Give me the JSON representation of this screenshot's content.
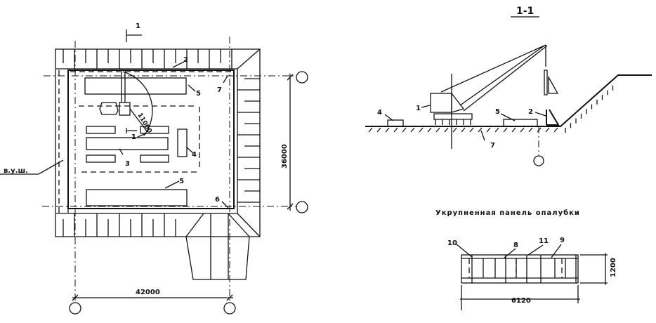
{
  "plan": {
    "section_mark": "1",
    "dim_width": "42000",
    "dim_height": "36000",
    "crane_radius": "11000",
    "zone_label": "в.у.ш.",
    "callouts": {
      "crane": "1",
      "formwork": "2",
      "rebar": "3",
      "element4": "4",
      "stack_top": "5",
      "stack_bottom": "5",
      "corner6": "6",
      "corner7": "7"
    }
  },
  "section": {
    "title": "1-1",
    "callouts": {
      "crane": "1",
      "formwork": "2",
      "element4": "4",
      "stack": "5",
      "base": "7"
    }
  },
  "panel": {
    "title": "Укрупненная панель опалубки",
    "dim_length": "6120",
    "dim_height": "1200",
    "callouts": {
      "c10": "10",
      "c8": "8",
      "c11": "11",
      "c9": "9"
    }
  }
}
